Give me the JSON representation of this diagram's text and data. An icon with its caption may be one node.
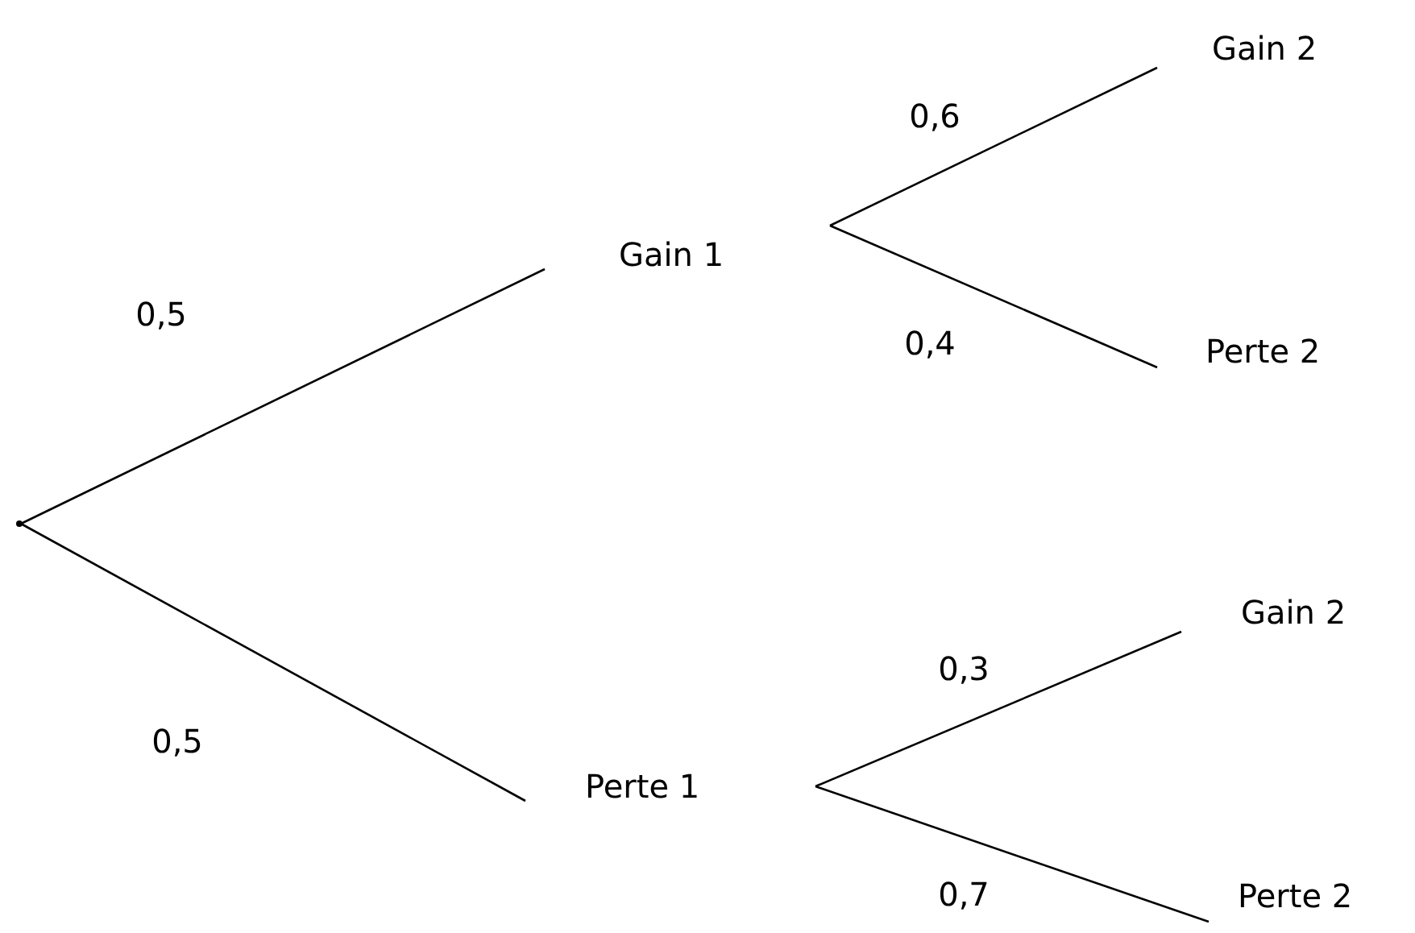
{
  "diagram": {
    "nodes": [
      {
        "text": [],
        "shape": "point"
      },
      {
        "text": [
          "Gain 1"
        ]
      },
      {
        "text": [
          "Perte 1"
        ]
      },
      {
        "text": [
          "Gain 2"
        ]
      },
      {
        "text": [
          "Perte 2"
        ]
      },
      {
        "text": [
          "Gain 2"
        ]
      },
      {
        "text": [
          "Perte 2"
        ]
      }
    ],
    "edges": [
      {
        "from": 0,
        "to": 1,
        "arrow": "none",
        "label": "0,5"
      },
      {
        "from": 0,
        "to": 2,
        "arrow": "none",
        "label": "0,5"
      },
      {
        "from": 1,
        "to": 3,
        "arrow": "none",
        "label": "0,6"
      },
      {
        "from": 1,
        "to": 4,
        "arrow": "none",
        "label": "0,4"
      },
      {
        "from": 2,
        "to": 5,
        "arrow": "none",
        "label": "0,3"
      },
      {
        "from": 2,
        "to": 6,
        "arrow": "none",
        "label": "0,7"
      }
    ]
  }
}
